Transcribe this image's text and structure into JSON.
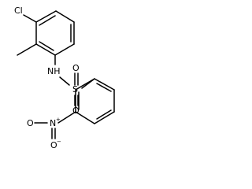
{
  "molecule": {
    "atoms": {
      "chlorine": "Cl",
      "amine": "NH",
      "sulfur": "S",
      "sulfonyl_oxygen_1": "O",
      "sulfonyl_oxygen_2": "O",
      "nitro_nitrogen": "N",
      "nitro_charge_positive": "+",
      "nitro_oxygen_neutral": "O",
      "nitro_oxygen_anion": "O",
      "nitro_charge_negative": "−"
    }
  },
  "colors": {
    "bond": "#000000",
    "label": "#000000",
    "background": "#ffffff"
  }
}
